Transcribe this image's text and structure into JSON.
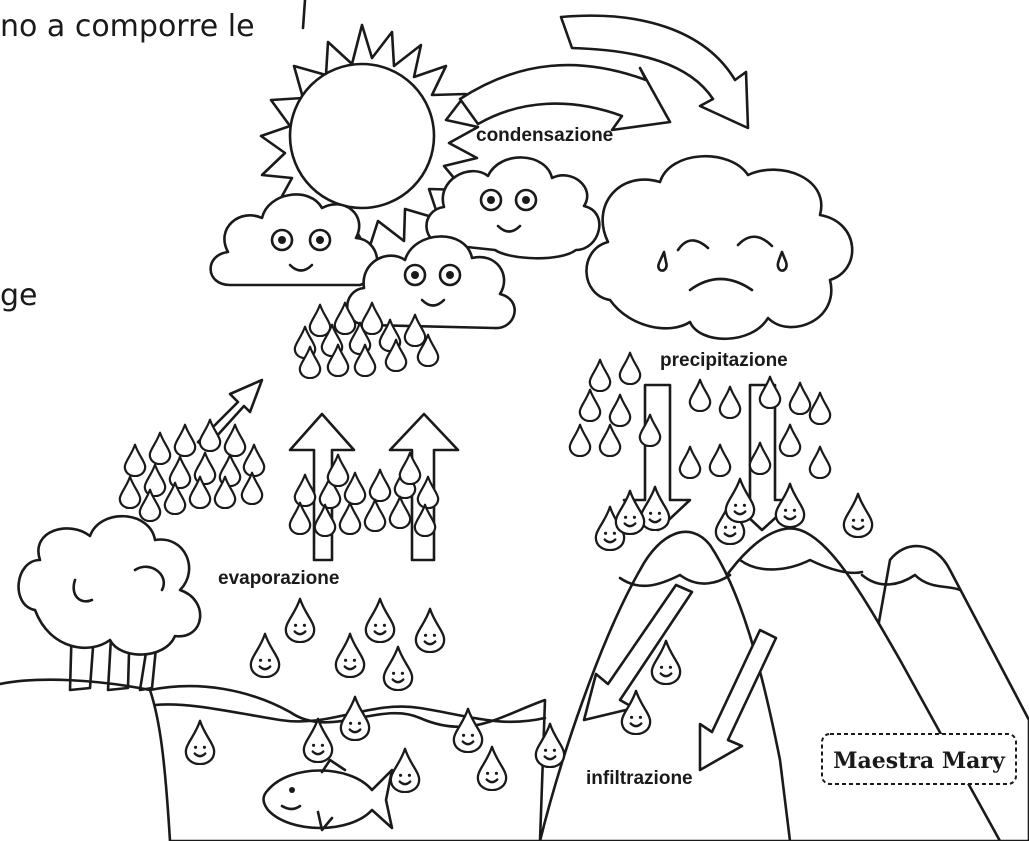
{
  "top_text": "no a comporre le",
  "side_text": "ge",
  "labels": {
    "condensation": "condensazione",
    "precipitation": "precipitazione",
    "evaporation": "evaporazione",
    "infiltration": "infiltrazione"
  },
  "signature": "Maestra Mary",
  "icons": [
    "sun-icon",
    "smiling-cloud-icon",
    "crying-cloud-icon",
    "water-drop-icon",
    "smiling-drop-icon",
    "arrow-icon",
    "tree-icon",
    "mountain-icon",
    "fish-icon"
  ]
}
